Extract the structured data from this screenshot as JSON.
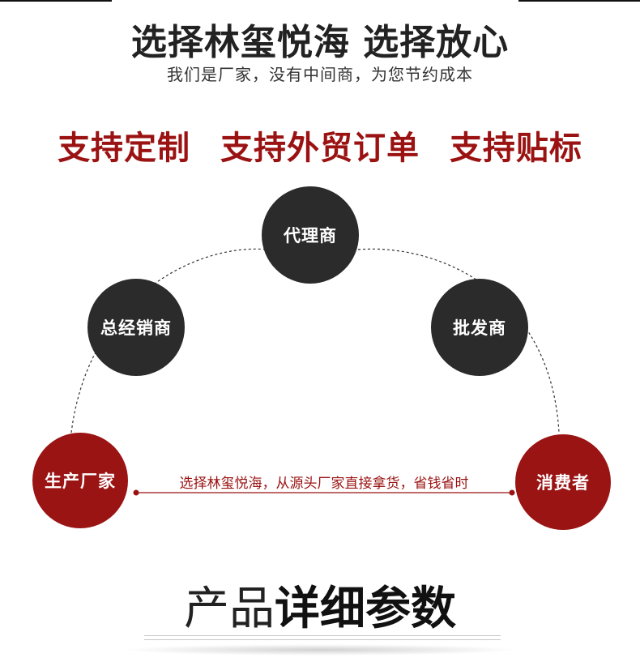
{
  "header": {
    "title": "选择林玺悦海 选择放心",
    "subtitle": "我们是厂家，没有中间商，为您节约成本"
  },
  "features": [
    "支持定制",
    "支持外贸订单",
    "支持贴标"
  ],
  "chain": {
    "manufacturer": "生产厂家",
    "general_distributor": "总经销商",
    "agent": "代理商",
    "wholesaler": "批发商",
    "consumer": "消费者",
    "direct_note": "选择林玺悦海，从源头厂家直接拿货，省钱省时"
  },
  "params": {
    "title_light": "产品",
    "title_bold": "详细参数"
  },
  "colors": {
    "accent_red": "#9b1414",
    "dark_node": "#2b2b2b"
  }
}
